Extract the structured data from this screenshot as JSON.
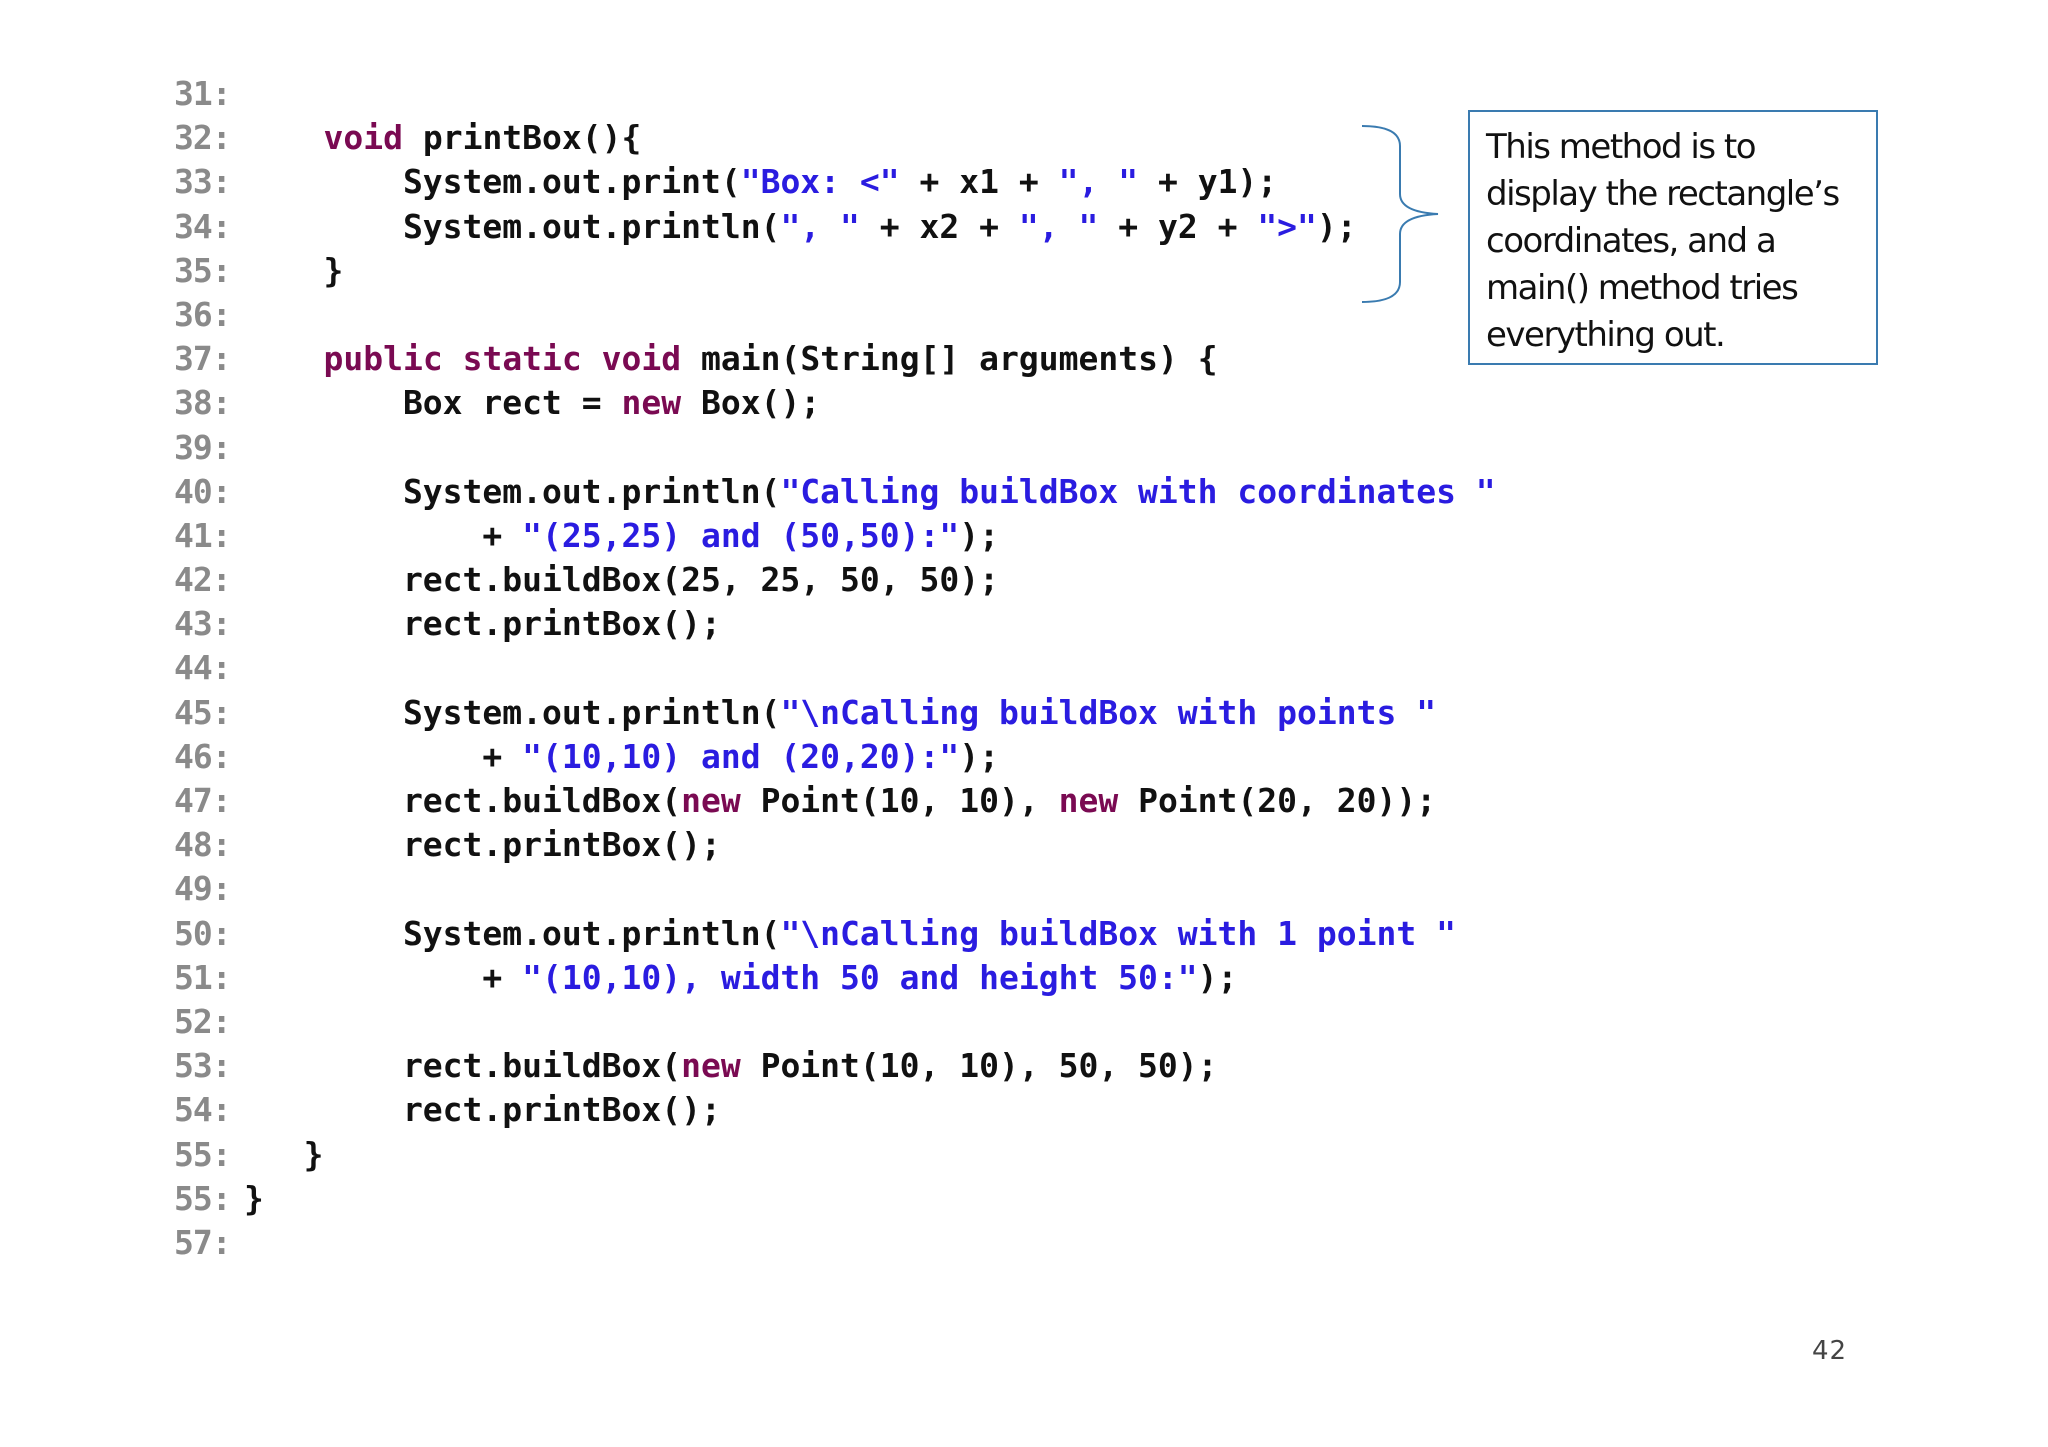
{
  "code": {
    "lines": [
      {
        "num": "31:",
        "tokens": []
      },
      {
        "num": "32:",
        "tokens": [
          {
            "t": "    ",
            "c": "plain"
          },
          {
            "t": "void",
            "c": "kw"
          },
          {
            "t": " printBox(){",
            "c": "plain"
          }
        ]
      },
      {
        "num": "33:",
        "tokens": [
          {
            "t": "        System.out.print(",
            "c": "plain"
          },
          {
            "t": "\"Box: <\"",
            "c": "str"
          },
          {
            "t": " + x1 + ",
            "c": "plain"
          },
          {
            "t": "\", \"",
            "c": "str"
          },
          {
            "t": " + y1);",
            "c": "plain"
          }
        ]
      },
      {
        "num": "34:",
        "tokens": [
          {
            "t": "        System.out.println(",
            "c": "plain"
          },
          {
            "t": "\", \"",
            "c": "str"
          },
          {
            "t": " + x2 + ",
            "c": "plain"
          },
          {
            "t": "\", \"",
            "c": "str"
          },
          {
            "t": " + y2 + ",
            "c": "plain"
          },
          {
            "t": "\">\"",
            "c": "str"
          },
          {
            "t": ");",
            "c": "plain"
          }
        ]
      },
      {
        "num": "35:",
        "tokens": [
          {
            "t": "    }",
            "c": "plain"
          }
        ]
      },
      {
        "num": "36:",
        "tokens": []
      },
      {
        "num": "37:",
        "tokens": [
          {
            "t": "    ",
            "c": "plain"
          },
          {
            "t": "public",
            "c": "kw"
          },
          {
            "t": " ",
            "c": "plain"
          },
          {
            "t": "static",
            "c": "kw"
          },
          {
            "t": " ",
            "c": "plain"
          },
          {
            "t": "void",
            "c": "kw"
          },
          {
            "t": " main(String[] arguments) {",
            "c": "plain"
          }
        ]
      },
      {
        "num": "38:",
        "tokens": [
          {
            "t": "        Box rect = ",
            "c": "plain"
          },
          {
            "t": "new",
            "c": "kw"
          },
          {
            "t": " Box();",
            "c": "plain"
          }
        ]
      },
      {
        "num": "39:",
        "tokens": []
      },
      {
        "num": "40:",
        "tokens": [
          {
            "t": "        System.out.println(",
            "c": "plain"
          },
          {
            "t": "\"Calling buildBox with coordinates \"",
            "c": "str"
          }
        ]
      },
      {
        "num": "41:",
        "tokens": [
          {
            "t": "            + ",
            "c": "plain"
          },
          {
            "t": "\"(25,25) and (50,50):\"",
            "c": "str"
          },
          {
            "t": ");",
            "c": "plain"
          }
        ]
      },
      {
        "num": "42:",
        "tokens": [
          {
            "t": "        rect.buildBox(25, 25, 50, 50);",
            "c": "plain"
          }
        ]
      },
      {
        "num": "43:",
        "tokens": [
          {
            "t": "        rect.printBox();",
            "c": "plain"
          }
        ]
      },
      {
        "num": "44:",
        "tokens": []
      },
      {
        "num": "45:",
        "tokens": [
          {
            "t": "        System.out.println(",
            "c": "plain"
          },
          {
            "t": "\"\\nCalling buildBox with points \"",
            "c": "str"
          }
        ]
      },
      {
        "num": "46:",
        "tokens": [
          {
            "t": "            + ",
            "c": "plain"
          },
          {
            "t": "\"(10,10) and (20,20):\"",
            "c": "str"
          },
          {
            "t": ");",
            "c": "plain"
          }
        ]
      },
      {
        "num": "47:",
        "tokens": [
          {
            "t": "        rect.buildBox(",
            "c": "plain"
          },
          {
            "t": "new",
            "c": "kw"
          },
          {
            "t": " Point(10, 10), ",
            "c": "plain"
          },
          {
            "t": "new",
            "c": "kw"
          },
          {
            "t": " Point(20, 20));",
            "c": "plain"
          }
        ]
      },
      {
        "num": "48:",
        "tokens": [
          {
            "t": "        rect.printBox();",
            "c": "plain"
          }
        ]
      },
      {
        "num": "49:",
        "tokens": []
      },
      {
        "num": "50:",
        "tokens": [
          {
            "t": "        System.out.println(",
            "c": "plain"
          },
          {
            "t": "\"\\nCalling buildBox with 1 point \"",
            "c": "str"
          }
        ]
      },
      {
        "num": "51:",
        "tokens": [
          {
            "t": "            + ",
            "c": "plain"
          },
          {
            "t": "\"(10,10), width 50 and height 50:\"",
            "c": "str"
          },
          {
            "t": ");",
            "c": "plain"
          }
        ]
      },
      {
        "num": "52:",
        "tokens": []
      },
      {
        "num": "53:",
        "tokens": [
          {
            "t": "        rect.buildBox(",
            "c": "plain"
          },
          {
            "t": "new",
            "c": "kw"
          },
          {
            "t": " Point(10, 10), 50, 50);",
            "c": "plain"
          }
        ]
      },
      {
        "num": "54:",
        "tokens": [
          {
            "t": "        rect.printBox();",
            "c": "plain"
          }
        ]
      },
      {
        "num": "55:",
        "tokens": [
          {
            "t": "   }",
            "c": "plain"
          }
        ]
      },
      {
        "num": "55:",
        "tokens": [
          {
            "t": "}",
            "c": "plain"
          }
        ]
      },
      {
        "num": "57:",
        "tokens": []
      }
    ]
  },
  "note": {
    "text": "This method is to display the rectangle’s coordinates, and a main() method tries everything out.",
    "border_color": "#3a7bb0"
  },
  "page_number": "42",
  "colors": {
    "keyword": "#7a0a52",
    "string": "#2a1ce0",
    "line_number": "#8a8a8a",
    "text": "#111111"
  }
}
